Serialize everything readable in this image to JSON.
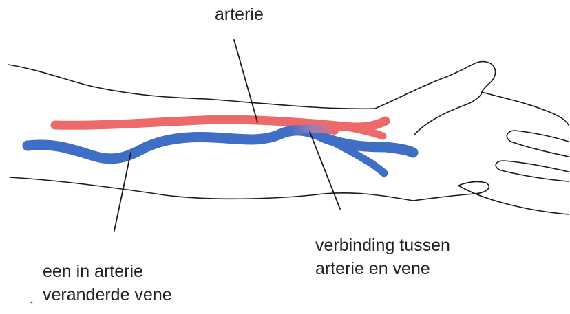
{
  "labels": {
    "artery": "arterie",
    "connection_line1": "verbinding tussen",
    "connection_line2": "arterie en vene",
    "vein_line1": "een in arterie",
    "vein_line2": "veranderde vene"
  },
  "colors": {
    "artery": "#ee6a6a",
    "vein": "#3f6fc4",
    "outline": "#1a1a1a",
    "label_text": "#222222"
  }
}
